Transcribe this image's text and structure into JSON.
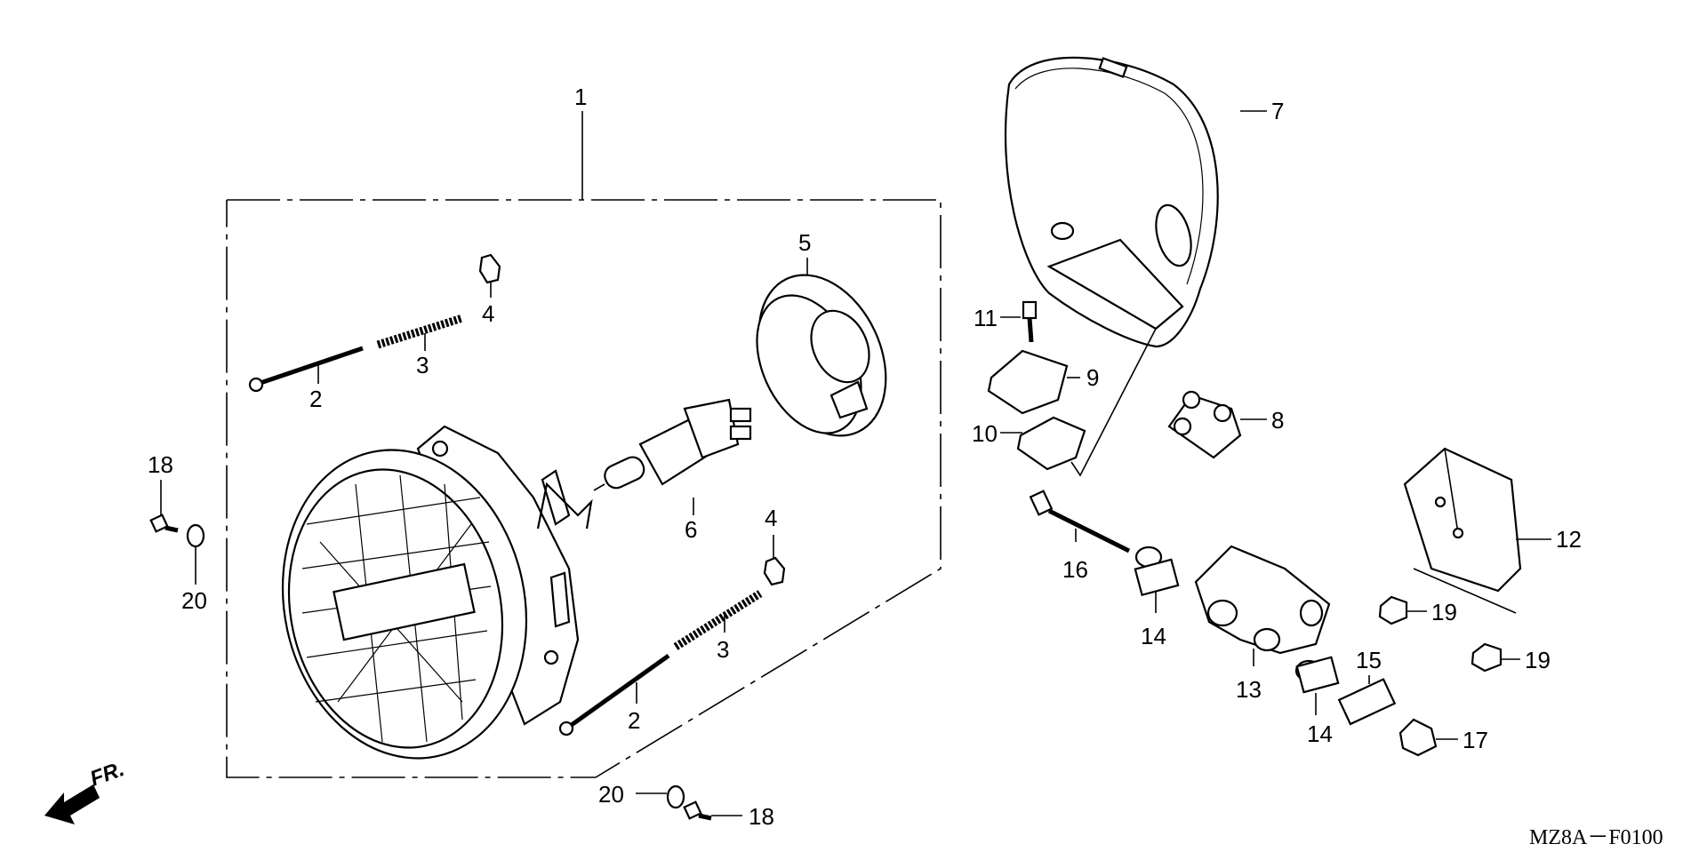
{
  "diagram": {
    "code": "MZ8A－F0100",
    "direction_label": "FR.",
    "callouts": [
      "1",
      "2",
      "3",
      "4",
      "5",
      "6",
      "7",
      "8",
      "9",
      "10",
      "11",
      "12",
      "13",
      "14",
      "15",
      "16",
      "17",
      "18",
      "19",
      "20"
    ],
    "duplicates": [
      "2",
      "3",
      "4",
      "14",
      "18",
      "19",
      "20"
    ]
  }
}
